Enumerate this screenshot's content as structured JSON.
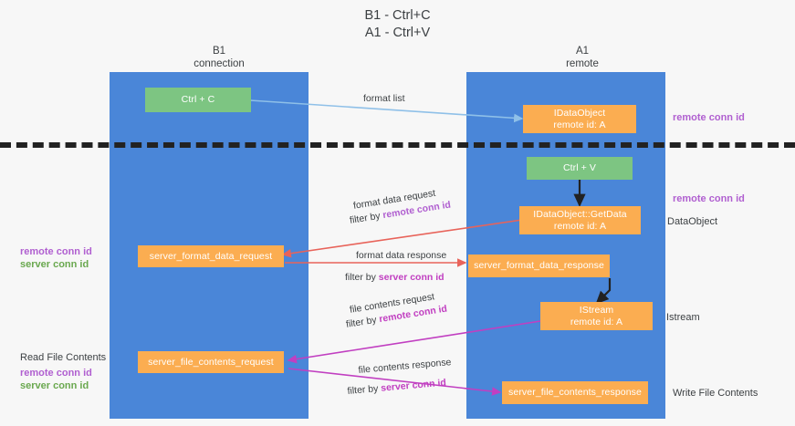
{
  "title": {
    "line1": "B1 - Ctrl+C",
    "line2": "A1 - Ctrl+V"
  },
  "columns": [
    {
      "name": "B1",
      "sub": "connection"
    },
    {
      "name": "A1",
      "sub": "remote"
    }
  ],
  "colors": {
    "lane": "#4a86d8",
    "green_node": "#7dc582",
    "orange_node": "#fbad51",
    "remote_conn_id": "#b05fd0",
    "server_conn_id_green": "#6aa84f",
    "server_conn_id_magenta": "#c13fc1",
    "arrow_format_list": "#8fc0e8",
    "arrow_format_data": "#e8635a",
    "arrow_file_contents": "#c13fc1",
    "arrow_black": "#222222",
    "background": "#f7f7f7"
  },
  "nodes": {
    "ctrl_c": {
      "label": "Ctrl + C"
    },
    "ctrl_v": {
      "label": "Ctrl + V"
    },
    "idataobject_top": {
      "line1": "IDataObject",
      "line2": "remote id: A"
    },
    "idataobject_getdata": {
      "line1": "IDataObject::GetData",
      "line2": "remote id: A"
    },
    "istream": {
      "line1": "IStream",
      "line2": "remote id: A"
    },
    "server_format_data_request": {
      "label": "server_format_data_request"
    },
    "server_format_data_response": {
      "label": "server_format_data_response"
    },
    "server_file_contents_request": {
      "label": "server_file_contents_request"
    },
    "server_file_contents_response": {
      "label": "server_file_contents_response"
    }
  },
  "edge_labels": {
    "format_list": "format list",
    "format_data_request": "format data request",
    "format_data_request_filter_prefix": "filter by ",
    "format_data_request_filter_value": "remote conn id",
    "format_data_response": "format data response",
    "format_data_response_filter_prefix": "filter by ",
    "format_data_response_filter_value": "server conn id",
    "file_contents_request": "file contents request",
    "file_contents_request_filter_prefix": "filter by ",
    "file_contents_request_filter_value": "remote conn id",
    "file_contents_response": "file contents response",
    "file_contents_response_filter_prefix": "filter by ",
    "file_contents_response_filter_value": "server conn id"
  },
  "right_labels": {
    "remote_conn_id_top": "remote conn id",
    "remote_conn_id_mid": "remote conn id",
    "dataobject": "DataObject",
    "istream": "Istream",
    "write_file_contents": "Write File Contents"
  },
  "left_labels": {
    "remote_conn_id_mid": "remote conn id",
    "server_conn_id_mid": "server conn id",
    "read_file_contents": "Read File Contents",
    "remote_conn_id_bottom": "remote conn id",
    "server_conn_id_bottom": "server conn id"
  }
}
